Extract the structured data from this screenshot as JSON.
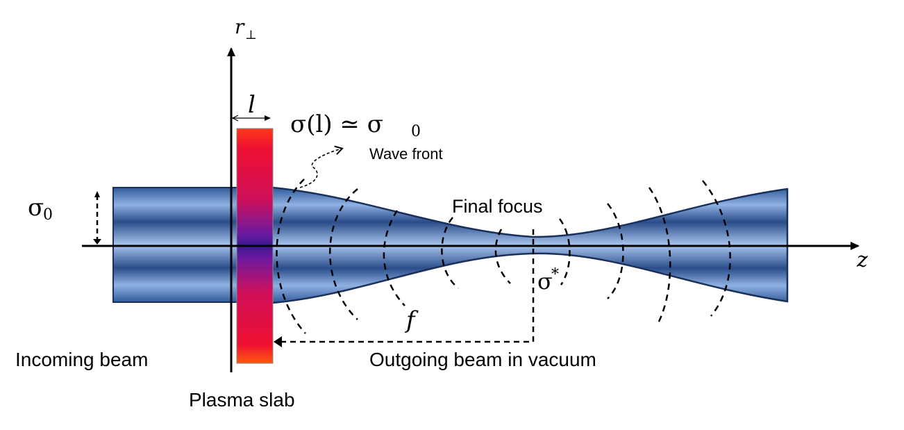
{
  "labels": {
    "axis_r": "r",
    "axis_r_sub": "⊥",
    "axis_z": "z",
    "slab_length": "l",
    "sigma_equation": "σ(l) ≃ σ",
    "sigma_equation_sub": "0",
    "wave_front": "Wave front",
    "sigma_zero": "σ",
    "sigma_zero_sub": "0",
    "final_focus": "Final  focus",
    "sigma_star": "σ",
    "sigma_star_sup": "*",
    "focal_length": "f",
    "incoming_beam": "Incoming beam",
    "outgoing_beam": "Outgoing beam in vacuum",
    "plasma_slab": "Plasma slab"
  },
  "colors": {
    "beam_dark": "#2b4f8c",
    "beam_light": "#9bbbe8",
    "slab_red": "#ee1133",
    "slab_purple": "#5a1a9c",
    "ink": "#000000"
  }
}
